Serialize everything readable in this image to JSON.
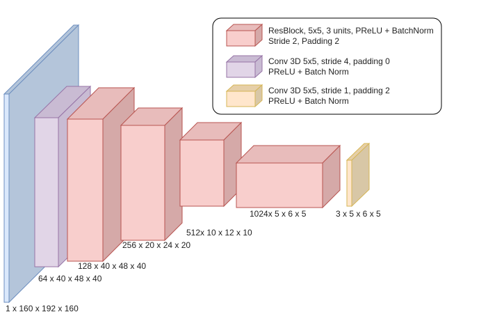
{
  "blocks": [
    {
      "name": "input-volume",
      "label": "1 x 160 x 192 x 160",
      "kind": "input",
      "colors": {
        "front": "#dae8fc",
        "top": "#b4c5da",
        "side": "#b4c5da",
        "stroke": "#6c8ebf"
      }
    },
    {
      "name": "conv-stride4",
      "label": "64 x 40 x 48 x 40",
      "kind": "conv_stride4",
      "colors": {
        "front": "#e1d5e7",
        "top": "#c9bbd3",
        "side": "#c9bbd3",
        "stroke": "#9673a6"
      }
    },
    {
      "name": "resblock-1",
      "label": "128 x 40 x 48 x 40",
      "kind": "resblock",
      "colors": {
        "front": "#f8cecc",
        "top": "#e8bcbb",
        "side": "#d5a9a8",
        "stroke": "#b85450"
      }
    },
    {
      "name": "resblock-2",
      "label": "256 x 20 x 24 x 20",
      "kind": "resblock",
      "colors": {
        "front": "#f8cecc",
        "top": "#e8bcbb",
        "side": "#d5a9a8",
        "stroke": "#b85450"
      }
    },
    {
      "name": "resblock-3",
      "label": "512x 10 x 12 x 10",
      "kind": "resblock",
      "colors": {
        "front": "#f8cecc",
        "top": "#e8bcbb",
        "side": "#d5a9a8",
        "stroke": "#b85450"
      }
    },
    {
      "name": "resblock-4",
      "label": "1024x 5 x 6 x 5",
      "kind": "resblock",
      "colors": {
        "front": "#f8cecc",
        "top": "#e8bcbb",
        "side": "#d5a9a8",
        "stroke": "#b85450"
      }
    },
    {
      "name": "conv-stride1",
      "label": "3 x 5 x 6 x 5",
      "kind": "conv_stride1",
      "colors": {
        "front": "#ffe6cc",
        "top": "#e6cfa8",
        "side": "#d8c7a6",
        "stroke": "#d6b656"
      }
    }
  ],
  "legend": {
    "items": [
      {
        "kind": "resblock",
        "line1": "ResBlock, 5x5, 3 units, PReLU + BatchNorm",
        "line2": "Stride 2, Padding 2"
      },
      {
        "kind": "conv_stride4",
        "line1": "Conv 3D 5x5, stride 4, padding 0",
        "line2": "PReLU + Batch Norm"
      },
      {
        "kind": "conv_stride1",
        "line1": "Conv 3D 5x5, stride 1, padding 2",
        "line2": "PReLU + Batch Norm"
      }
    ]
  }
}
